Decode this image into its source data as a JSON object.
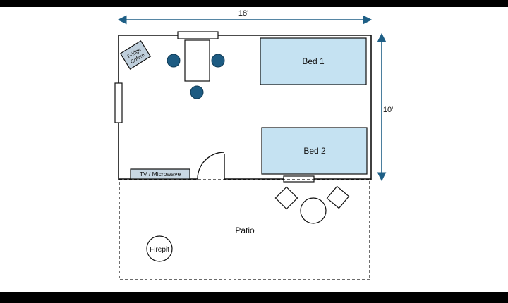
{
  "dimensions": {
    "width_label": "18'",
    "height_label": "10'"
  },
  "rooms": {
    "bed1": "Bed 1",
    "bed2": "Bed 2",
    "tv_microwave": "TV / Microwave",
    "fridge_line1": "Fridge",
    "fridge_line2": "Coffee",
    "patio": "Patio",
    "firepit": "Firepit"
  },
  "colors": {
    "bed_fill": "#c5e2f2",
    "chair_fill": "#1d5b82",
    "fridge_fill": "#bfcfdc",
    "tv_fill": "#c8d7e3",
    "arrow": "#1e5f86",
    "wall": "#111111"
  }
}
